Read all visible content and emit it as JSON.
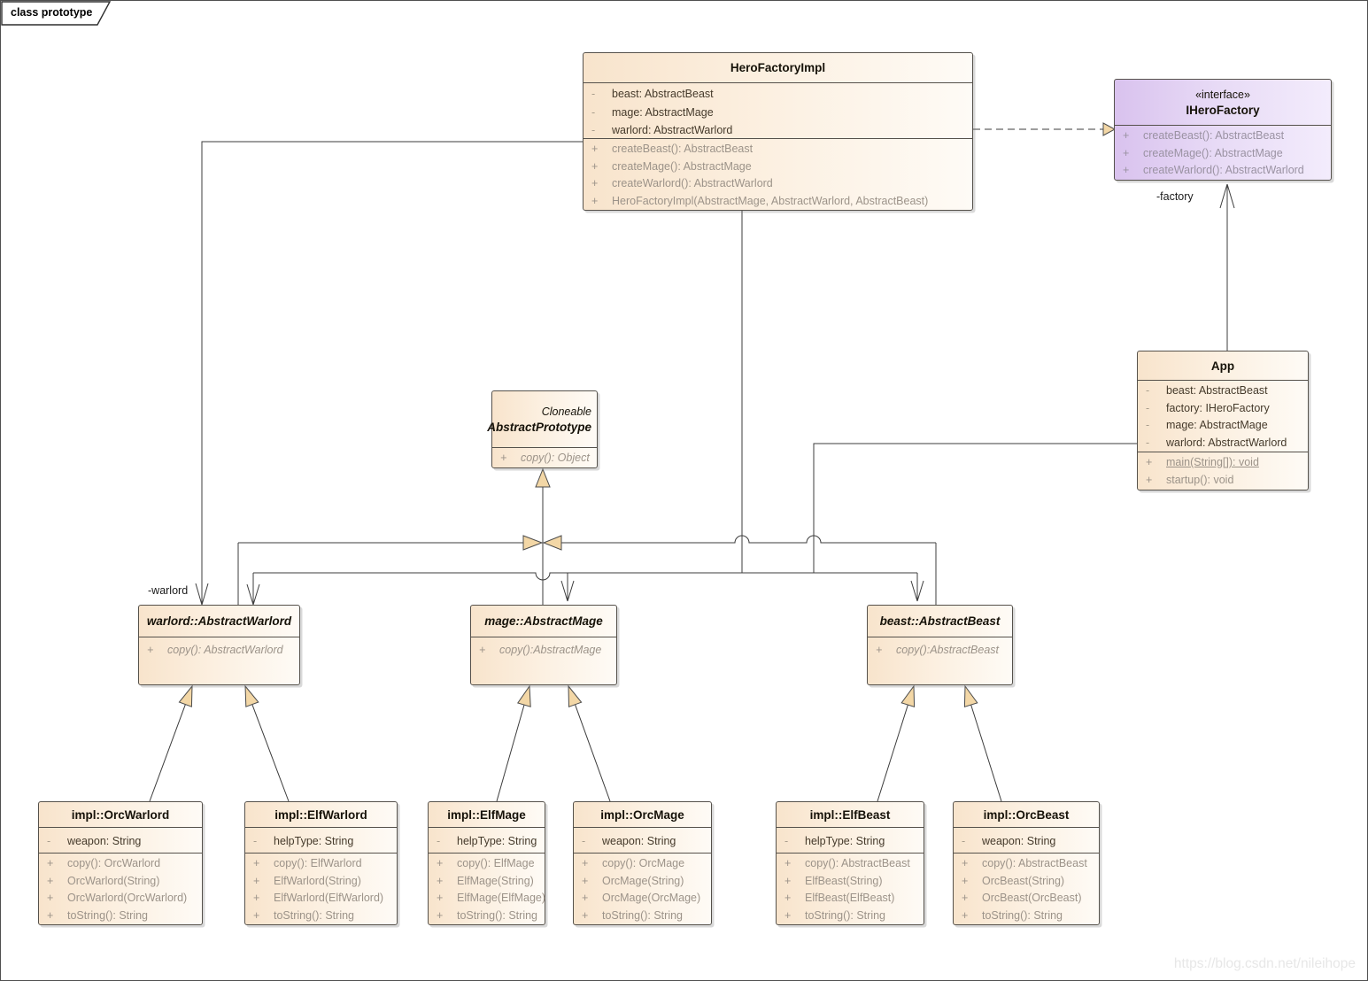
{
  "frame": {
    "title": "class prototype"
  },
  "watermark": "https://blog.csdn.net/nileihope",
  "colors": {
    "class_fill_left": "#f8e4cc",
    "class_fill_right": "#fefbf6",
    "interface_fill_left": "#d9c2ee",
    "interface_fill_right": "#f3ecfc",
    "arrowhead_fill": "#f3d7a6",
    "line": "#3c3c3c",
    "attribute_text": "#453a2b",
    "method_text": "#9c9389"
  },
  "labels": {
    "factory": "-factory",
    "warlord": "-warlord"
  },
  "classes": {
    "heroFactoryImpl": {
      "name": "HeroFactoryImpl",
      "attributes": [
        {
          "vis": "-",
          "text": "beast: AbstractBeast"
        },
        {
          "vis": "-",
          "text": "mage: AbstractMage"
        },
        {
          "vis": "-",
          "text": "warlord: AbstractWarlord"
        }
      ],
      "methods": [
        {
          "vis": "+",
          "text": "createBeast(): AbstractBeast"
        },
        {
          "vis": "+",
          "text": "createMage(): AbstractMage"
        },
        {
          "vis": "+",
          "text": "createWarlord(): AbstractWarlord"
        },
        {
          "vis": "+",
          "text": "HeroFactoryImpl(AbstractMage, AbstractWarlord, AbstractBeast)"
        }
      ]
    },
    "iHeroFactory": {
      "stereotype": "«interface»",
      "name": "IHeroFactory",
      "methods": [
        {
          "vis": "+",
          "text": "createBeast(): AbstractBeast"
        },
        {
          "vis": "+",
          "text": "createMage(): AbstractMage"
        },
        {
          "vis": "+",
          "text": "createWarlord(): AbstractWarlord"
        }
      ]
    },
    "app": {
      "name": "App",
      "attributes": [
        {
          "vis": "-",
          "text": "beast: AbstractBeast"
        },
        {
          "vis": "-",
          "text": "factory: IHeroFactory"
        },
        {
          "vis": "-",
          "text": "mage: AbstractMage"
        },
        {
          "vis": "-",
          "text": "warlord: AbstractWarlord"
        }
      ],
      "methods": [
        {
          "vis": "+",
          "text": "main(String[]): void",
          "underline": true
        },
        {
          "vis": "+",
          "text": "startup(): void"
        }
      ]
    },
    "abstractPrototype": {
      "tagline": "Cloneable",
      "name": "AbstractPrototype",
      "methods": [
        {
          "vis": "+",
          "text": "copy(): Object",
          "italic": true
        }
      ]
    },
    "abstractWarlord": {
      "name": "warlord::AbstractWarlord",
      "methods": [
        {
          "vis": "+",
          "text": "copy(): AbstractWarlord",
          "italic": true
        }
      ]
    },
    "abstractMage": {
      "name": "mage::AbstractMage",
      "methods": [
        {
          "vis": "+",
          "text": "copy():AbstractMage",
          "italic": true
        }
      ]
    },
    "abstractBeast": {
      "name": "beast::AbstractBeast",
      "methods": [
        {
          "vis": "+",
          "text": "copy():AbstractBeast",
          "italic": true
        }
      ]
    },
    "orcWarlord": {
      "name": "impl::OrcWarlord",
      "attributes": [
        {
          "vis": "-",
          "text": "weapon: String"
        }
      ],
      "methods": [
        {
          "vis": "+",
          "text": "copy(): OrcWarlord"
        },
        {
          "vis": "+",
          "text": "OrcWarlord(String)"
        },
        {
          "vis": "+",
          "text": "OrcWarlord(OrcWarlord)"
        },
        {
          "vis": "+",
          "text": "toString(): String"
        }
      ]
    },
    "elfWarlord": {
      "name": "impl::ElfWarlord",
      "attributes": [
        {
          "vis": "-",
          "text": "helpType: String"
        }
      ],
      "methods": [
        {
          "vis": "+",
          "text": "copy(): ElfWarlord"
        },
        {
          "vis": "+",
          "text": "ElfWarlord(String)"
        },
        {
          "vis": "+",
          "text": "ElfWarlord(ElfWarlord)"
        },
        {
          "vis": "+",
          "text": "toString(): String"
        }
      ]
    },
    "elfMage": {
      "name": "impl::ElfMage",
      "attributes": [
        {
          "vis": "-",
          "text": "helpType: String"
        }
      ],
      "methods": [
        {
          "vis": "+",
          "text": "copy(): ElfMage"
        },
        {
          "vis": "+",
          "text": "ElfMage(String)"
        },
        {
          "vis": "+",
          "text": "ElfMage(ElfMage)"
        },
        {
          "vis": "+",
          "text": "toString(): String"
        }
      ]
    },
    "orcMage": {
      "name": "impl::OrcMage",
      "attributes": [
        {
          "vis": "-",
          "text": "weapon: String"
        }
      ],
      "methods": [
        {
          "vis": "+",
          "text": "copy(): OrcMage"
        },
        {
          "vis": "+",
          "text": "OrcMage(String)"
        },
        {
          "vis": "+",
          "text": "OrcMage(OrcMage)"
        },
        {
          "vis": "+",
          "text": "toString(): String"
        }
      ]
    },
    "elfBeast": {
      "name": "impl::ElfBeast",
      "attributes": [
        {
          "vis": "-",
          "text": "helpType: String"
        }
      ],
      "methods": [
        {
          "vis": "+",
          "text": "copy(): AbstractBeast"
        },
        {
          "vis": "+",
          "text": "ElfBeast(String)"
        },
        {
          "vis": "+",
          "text": "ElfBeast(ElfBeast)"
        },
        {
          "vis": "+",
          "text": "toString(): String"
        }
      ]
    },
    "orcBeast": {
      "name": "impl::OrcBeast",
      "attributes": [
        {
          "vis": "-",
          "text": "weapon: String"
        }
      ],
      "methods": [
        {
          "vis": "+",
          "text": "copy(): AbstractBeast"
        },
        {
          "vis": "+",
          "text": "OrcBeast(String)"
        },
        {
          "vis": "+",
          "text": "OrcBeast(OrcBeast)"
        },
        {
          "vis": "+",
          "text": "toString(): String"
        }
      ]
    }
  }
}
